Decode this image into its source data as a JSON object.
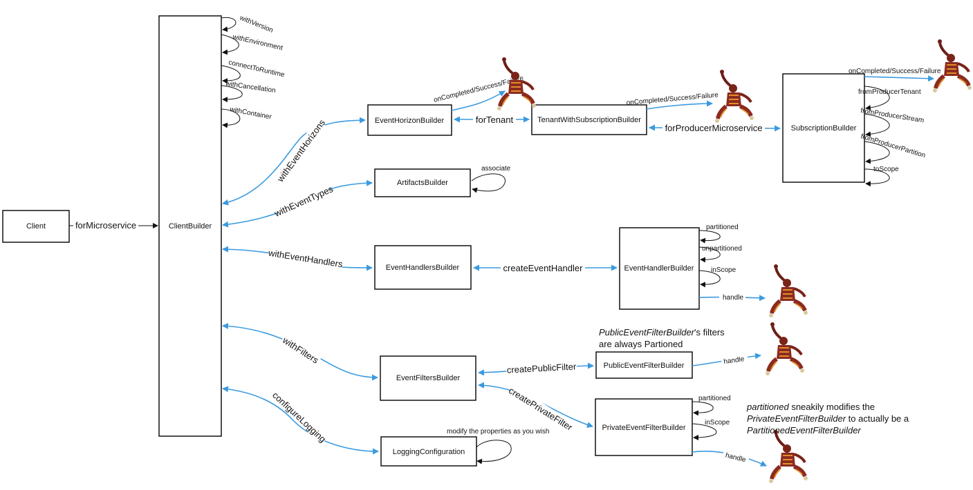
{
  "nodes": {
    "client": "Client",
    "client_builder": "ClientBuilder",
    "event_horizon_builder": "EventHorizonBuilder",
    "tenant_with_subscription_builder": "TenantWithSubscriptionBuilder",
    "subscription_builder": "SubscriptionBuilder",
    "artifacts_builder": "ArtifactsBuilder",
    "event_handlers_builder": "EventHandlersBuilder",
    "event_handler_builder": "EventHandlerBuilder",
    "event_filters_builder": "EventFiltersBuilder",
    "public_event_filter_builder": "PublicEventFilterBuilder",
    "private_event_filter_builder": "PrivateEventFilterBuilder",
    "logging_configuration": "LoggingConfiguration"
  },
  "edges": {
    "for_microservice": "forMicroservice",
    "with_event_horizons": "withEventHorizons",
    "with_event_types": "withEventTypes",
    "with_event_handlers": "withEventHandlers",
    "with_filters": "withFilters",
    "configure_logging": "configureLogging",
    "for_tenant": "forTenant",
    "for_producer_microservice": "forProducerMicroservice",
    "create_event_handler": "createEventHandler",
    "create_public_filter": "createPublicFilter",
    "create_private_filter": "createPrivateFilter",
    "on_completed_1": "onCompleted/Success/Failure",
    "on_completed_2": "onCompleted/Success/Failure",
    "on_completed_3": "onCompleted/Success/Failure",
    "handle_1": "handle",
    "handle_2": "handle",
    "handle_3": "handle"
  },
  "self_loops": {
    "client_builder": [
      "withVersion",
      "withEnvironment",
      "connectToRuntime",
      "withCancellation",
      "withContainer"
    ],
    "subscription_builder": [
      "fromProducerTenant",
      "fromProducerStream",
      "fromProducerPartition",
      "toScope"
    ],
    "artifacts_builder": "associate",
    "event_handler_builder": [
      "partitioned",
      "unpartitioned",
      "inScope"
    ],
    "private_event_filter_builder": [
      "partitioned",
      "inScope"
    ],
    "logging_configuration": "modify the properties as you wish"
  },
  "notes": {
    "public_filter_note_emph": "PublicEventFilterBuilder",
    "public_filter_note_line1_rest": "'s filters",
    "public_filter_note_line2": "are always Partioned",
    "private_note_emph1": "partitioned",
    "private_note_line1_rest": " sneakily modifies the",
    "private_note_emph2": "PrivateEventFilterBuilder",
    "private_note_line2_rest": " to actually be a",
    "private_note_emph3": "PartitionedEventFilterBuilder"
  },
  "icons": [
    "dancing-figure-icon",
    "dancing-figure-icon",
    "dancing-figure-icon",
    "dancing-figure-icon",
    "dancing-figure-icon",
    "dancing-figure-icon"
  ],
  "colors": {
    "accent": "#3a9ae0",
    "line": "#111111",
    "figure_body": "#8b2a20",
    "figure_accent": "#e0902a"
  }
}
